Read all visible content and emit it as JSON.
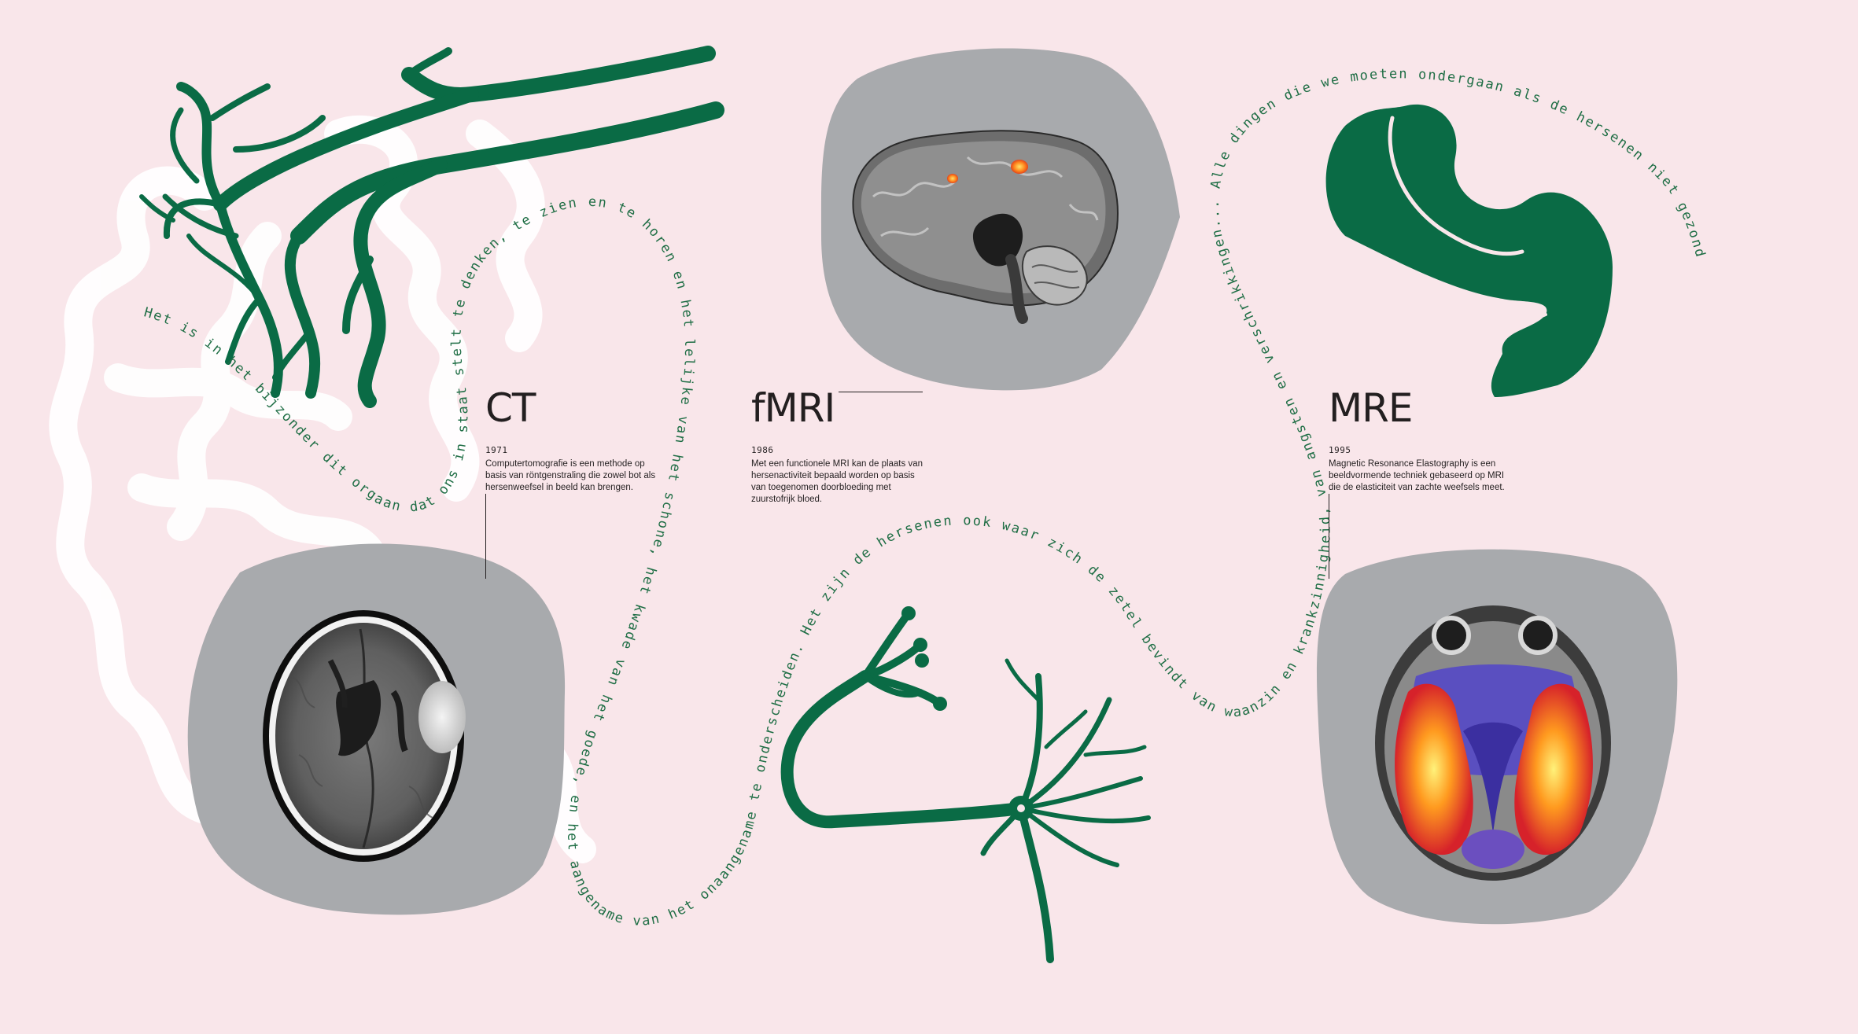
{
  "colors": {
    "background": "#f9e6ea",
    "accent_green": "#0a6b45",
    "blob_gray": "#a8aaad",
    "text_dark": "#231f20"
  },
  "flowing_text": "Het is in het bijzonder dit orgaan dat ons in staat stelt te denken, te zien en te horen en het lelijke van het schone, het kwade van het goede, en het aangename van het onaangename te onderscheiden. Het zijn de hersenen ook waar zich de zetel bevindt van waanzin en krankzinnigheid, van angsten en verschrikkingen... Alle dingen die we moeten ondergaan als de hersenen niet gezond zijn...",
  "sections": [
    {
      "title": "CT",
      "year": "1971",
      "desc_lines": [
        "Computertomografie is een methode op",
        "basis van röntgenstraling die zowel bot als",
        "hersenweefsel in beeld kan brengen."
      ],
      "illustration": "ct-brain-scan",
      "decoration": "blood-vessel-icon"
    },
    {
      "title": "fMRI",
      "year": "1986",
      "desc_lines": [
        "Met een functionele MRI kan de plaats van",
        "hersenactiviteit bepaald worden op basis",
        "van toegenomen doorbloeding met",
        "zuurstofrijk bloed."
      ],
      "illustration": "fmri-brain-scan",
      "decoration": "neuron-icon"
    },
    {
      "title": "MRE",
      "year": "1995",
      "desc_lines": [
        "Magnetic Resonance Elastography is een",
        "beeldvormende techniek gebaseerd op MRI",
        "die de elasticiteit van zachte weefsels meet."
      ],
      "illustration": "mre-brain-scan",
      "decoration": "brain-fold-icon"
    }
  ]
}
